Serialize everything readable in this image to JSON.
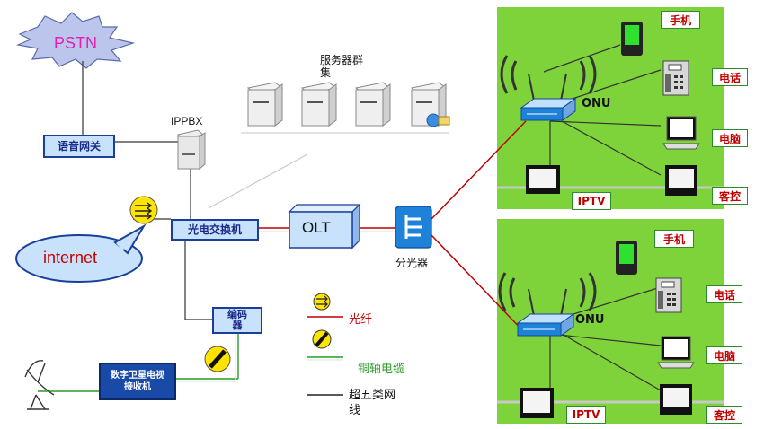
{
  "pstn": "PSTN",
  "voice_gateway": "语音网关",
  "ippbx": "IPPBX",
  "server_cluster": "服务器群\n集",
  "optical_switch": "光电交换机",
  "olt": "OLT",
  "splitter": "分光器",
  "internet": "internet",
  "encoder": "编码\n器",
  "satellite_receiver": "数字卫星电视\n接收机",
  "legend": {
    "fiber": "光纤",
    "coax": "铜轴电缆",
    "cat5e": "超五类网\n线"
  },
  "home_top": {
    "onu": "ONU",
    "mobile": "手机",
    "phone": "电话",
    "computer": "电脑",
    "iptv": "IPTV",
    "remote": "客控"
  },
  "home_bottom": {
    "onu": "ONU",
    "mobile": "手机",
    "phone": "电话",
    "computer": "电脑",
    "iptv": "IPTV",
    "remote": "客控"
  },
  "colors": {
    "green_panel": "#7fd33a",
    "fiber_red": "#c00000",
    "box_blue": "#c9e2fb",
    "box_border": "#1a3f9a"
  }
}
